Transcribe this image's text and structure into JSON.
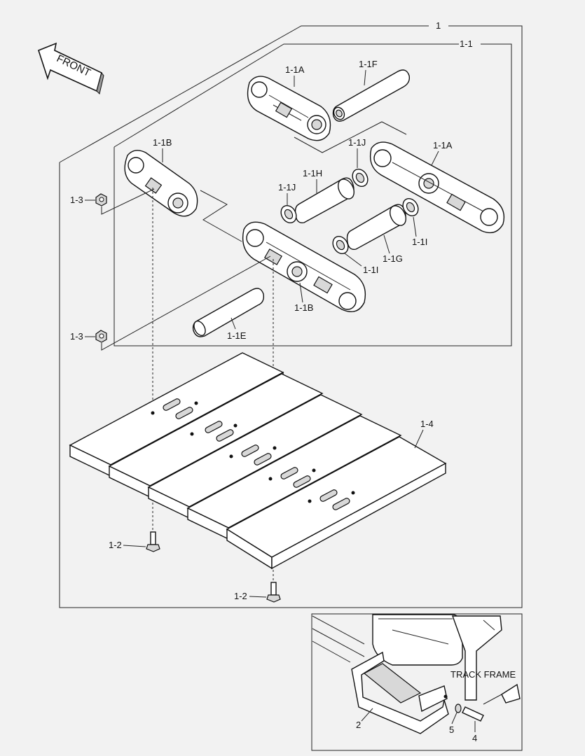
{
  "labels": {
    "front": "FRONT",
    "assembly": "1",
    "link_assembly": "1-1",
    "link_a_top": "1-1A",
    "link_a_right": "1-1A",
    "pin_f": "1-1F",
    "link_b_left": "1-1B",
    "link_b_center": "1-1B",
    "seal_j_upper": "1-1J",
    "seal_j_left": "1-1J",
    "bushing_h": "1-1H",
    "bushing_g": "1-1G",
    "ring_i_right": "1-1I",
    "ring_i_center": "1-1I",
    "pin_e": "1-1E",
    "nut_upper": "1-3",
    "nut_lower": "1-3",
    "shoe_plate": "1-4",
    "bolt_left": "1-2",
    "bolt_center": "1-2",
    "track_frame": "TRACK FRAME",
    "guard": "2",
    "washer": "5",
    "guard_bolt": "4"
  }
}
